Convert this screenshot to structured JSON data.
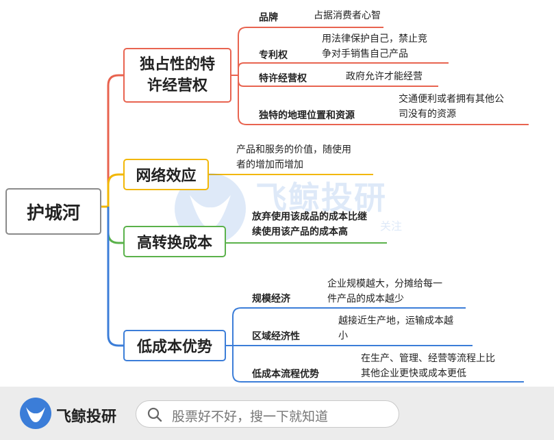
{
  "root": {
    "label": "护城河"
  },
  "branches": [
    {
      "label": "独占性的特许经营权",
      "line1": "独占性的特",
      "line2": "许经营权",
      "color": "#e8634f",
      "items": [
        {
          "label": "品牌",
          "desc": "占据消费者心智"
        },
        {
          "label": "专利权",
          "desc": "用法律保护自己，禁止竞争对手销售自己产品",
          "desc1": "用法律保护自己，禁止竞",
          "desc2": "争对手销售自己产品"
        },
        {
          "label": "特许经营权",
          "desc": "政府允许才能经营"
        },
        {
          "label": "独特的地理位置和资源",
          "desc": "交通便利或者拥有其他公司没有的资源",
          "desc1": "交通便利或者拥有其他公",
          "desc2": "司没有的资源"
        }
      ]
    },
    {
      "label": "网络效应",
      "color": "#f2b705",
      "desc": "产品和服务的价值，随使用者的增加而增加",
      "desc1": "产品和服务的价值，随使用",
      "desc2": "者的增加而增加"
    },
    {
      "label": "高转换成本",
      "color": "#5ab14a",
      "desc": "放弃使用该成品的成本比继续使用该产品的成本高",
      "desc1": "放弃使用该成品的成本比继",
      "desc2": "续使用该产品的成本高"
    },
    {
      "label": "低成本优势",
      "color": "#3b7dd8",
      "items": [
        {
          "label": "规模经济",
          "desc": "企业规模越大，分摊给每一件产品的成本越少",
          "desc1": "企业规模越大，分摊给每一",
          "desc2": "件产品的成本越少"
        },
        {
          "label": "区域经济性",
          "desc": "越接近生产地，运输成本越小",
          "desc1": "越接近生产地，运输成本越",
          "desc2": "小"
        },
        {
          "label": "低成本流程优势",
          "desc": "在生产、管理、经营等流程上比其他企业更快或成本更低",
          "desc1": "在生产、管理、经营等流程上比",
          "desc2": "其他企业更快或成本更低"
        }
      ]
    }
  ],
  "watermark": {
    "text": "飞鲸投研",
    "sub": "关注"
  },
  "footer": {
    "brand": "飞鲸投研",
    "search_placeholder": "股票好不好，搜一下就知道"
  },
  "colors": {
    "red": "#e8634f",
    "yellow": "#f2b705",
    "green": "#5ab14a",
    "blue": "#3b7dd8",
    "root_border": "#8a8a8a"
  }
}
